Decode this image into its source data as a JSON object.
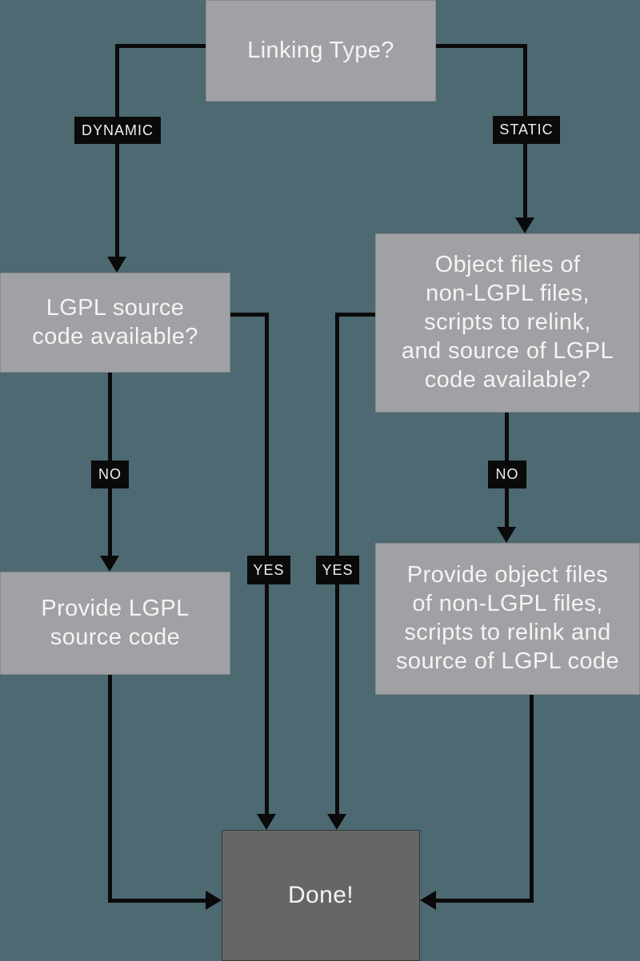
{
  "colors": {
    "bg": "#4d6971",
    "node": "#9fa1a4",
    "done": "#656668",
    "ink": "#0a0a0a",
    "text": "#f3f4f3"
  },
  "nodes": {
    "linking_type": "Linking Type?",
    "lgpl_source_available": "LGPL source\ncode available?",
    "object_files_available": "Object files of\nnon-LGPL files,\nscripts to relink,\nand source of LGPL\ncode available?",
    "provide_lgpl": "Provide LGPL\nsource code",
    "provide_object_files": "Provide object files\nof non-LGPL files,\nscripts to relink and\nsource of LGPL code",
    "done": "Done!"
  },
  "edge_labels": {
    "dynamic": "DYNAMIC",
    "static": "STATIC",
    "no_dynamic": "NO",
    "no_static": "NO",
    "yes_dynamic": "YES",
    "yes_static": "YES"
  }
}
